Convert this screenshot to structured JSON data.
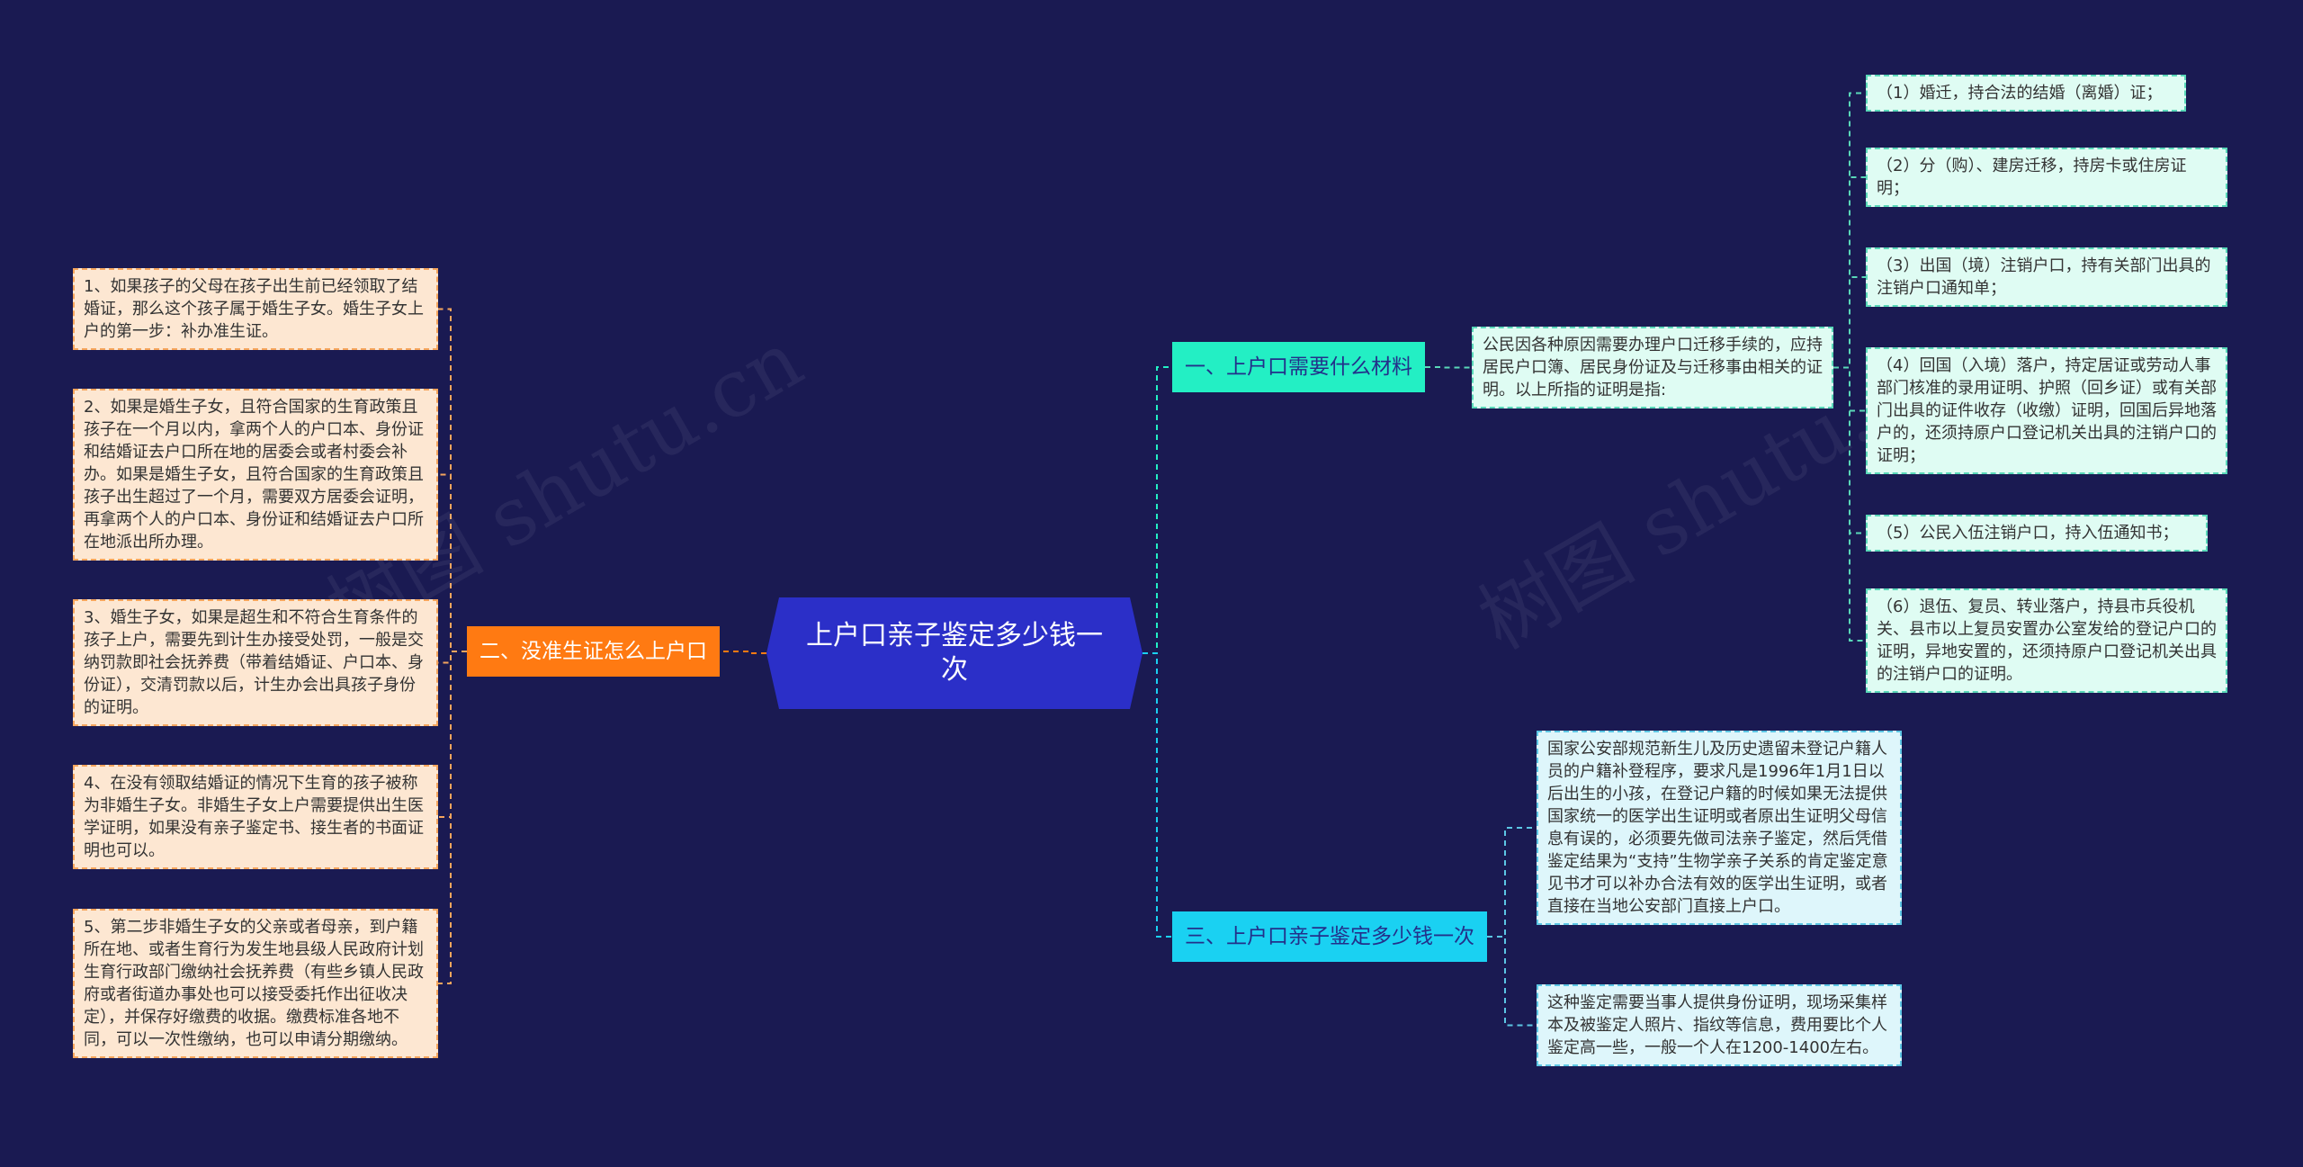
{
  "root": {
    "title": "上户口亲子鉴定多少钱一次"
  },
  "branches": {
    "b1": {
      "label": "一、上户口需要什么材料"
    },
    "b2": {
      "label": "二、没准生证怎么上户口"
    },
    "b3": {
      "label": "三、上户口亲子鉴定多少钱一次"
    }
  },
  "b1": {
    "summary": "公民因各种原因需要办理户口迁移手续的，应持居民户口簿、居民身份证及与迁移事由相关的证明。以上所指的证明是指:",
    "items": [
      "（1）婚迁，持合法的结婚（离婚）证；",
      "（2）分（购）、建房迁移，持房卡或住房证明；",
      "（3）出国（境）注销户口，持有关部门出具的注销户口通知单；",
      "（4）回国（入境）落户，持定居证或劳动人事部门核准的录用证明、护照（回乡证）或有关部门出具的证件收存（收缴）证明，回国后异地落户的，还须持原户口登记机关出具的注销户口的证明；",
      "（5）公民入伍注销户口，持入伍通知书；",
      "（6）退伍、复员、转业落户，持县市兵役机关、县市以上复员安置办公室发给的登记户口的证明，异地安置的，还须持原户口登记机关出具的注销户口的证明。"
    ]
  },
  "b2": {
    "items": [
      "1、如果孩子的父母在孩子出生前已经领取了结婚证，那么这个孩子属于婚生子女。婚生子女上户的第一步：补办准生证。",
      "2、如果是婚生子女，且符合国家的生育政策且孩子在一个月以内，拿两个人的户口本、身份证和结婚证去户口所在地的居委会或者村委会补办。如果是婚生子女，且符合国家的生育政策且孩子出生超过了一个月，需要双方居委会证明，再拿两个人的户口本、身份证和结婚证去户口所在地派出所办理。",
      "3、婚生子女，如果是超生和不符合生育条件的孩子上户，需要先到计生办接受处罚，一般是交纳罚款即社会抚养费（带着结婚证、户口本、身份证），交清罚款以后，计生办会出具孩子身份的证明。",
      "4、在没有领取结婚证的情况下生育的孩子被称为非婚生子女。非婚生子女上户需要提供出生医学证明，如果没有亲子鉴定书、接生者的书面证明也可以。",
      "5、第二步非婚生子女的父亲或者母亲，到户籍所在地、或者生育行为发生地县级人民政府计划生育行政部门缴纳社会抚养费（有些乡镇人民政府或者街道办事处也可以接受委托作出征收决定），并保存好缴费的收据。缴费标准各地不同，可以一次性缴纳，也可以申请分期缴纳。"
    ]
  },
  "b3": {
    "items": [
      "国家公安部规范新生儿及历史遗留未登记户籍人员的户籍补登程序，要求凡是1996年1月1日以后出生的小孩，在登记户籍的时候如果无法提供国家统一的医学出生证明或者原出生证明父母信息有误的，必须要先做司法亲子鉴定，然后凭借鉴定结果为“支持”生物学亲子关系的肯定鉴定意见书才可以补办合法有效的医学出生证明，或者直接在当地公安部门直接上户口。",
      "这种鉴定需要当事人提供身份证明，现场采集样本及被鉴定人照片、指纹等信息，费用要比个人鉴定高一些，一般一个人在1200-1400左右。"
    ]
  },
  "watermark": {
    "text": "树图 shutu.cn"
  },
  "colors": {
    "background": "#1a1a52",
    "root": "#2b2fc8",
    "orange": "#ff7a12",
    "teal": "#23efc4",
    "cyan": "#1ad1f2"
  }
}
